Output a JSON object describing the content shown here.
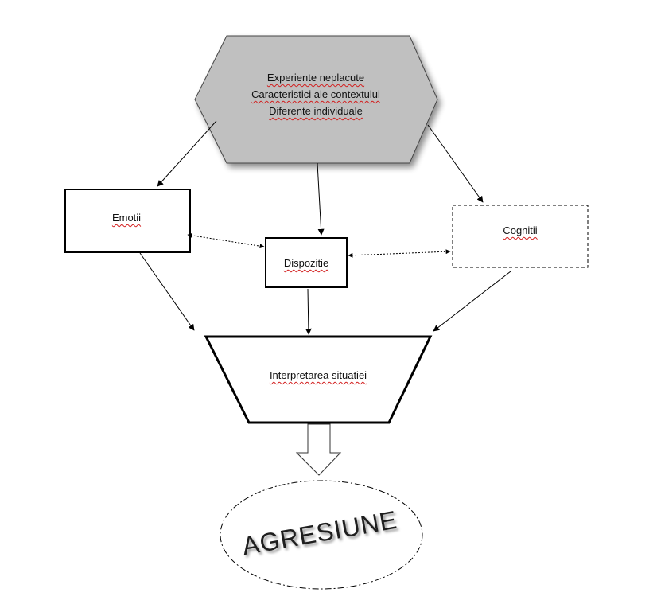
{
  "hexagon": {
    "lines": [
      "Experiente neplacute",
      "Caracteristici ale contextului",
      "Diferente individuale"
    ],
    "fill": "#c0c0c0"
  },
  "boxes": {
    "emotii": "Emotii",
    "dispozitie": "Dispozitie",
    "cognitii": "Cognitii"
  },
  "trapezoid": {
    "label": "Interpretarea situatiei"
  },
  "outcome": {
    "label": "AGRESIUNE"
  },
  "colors": {
    "stroke": "#000000",
    "squiggle": "#d21e1e"
  }
}
